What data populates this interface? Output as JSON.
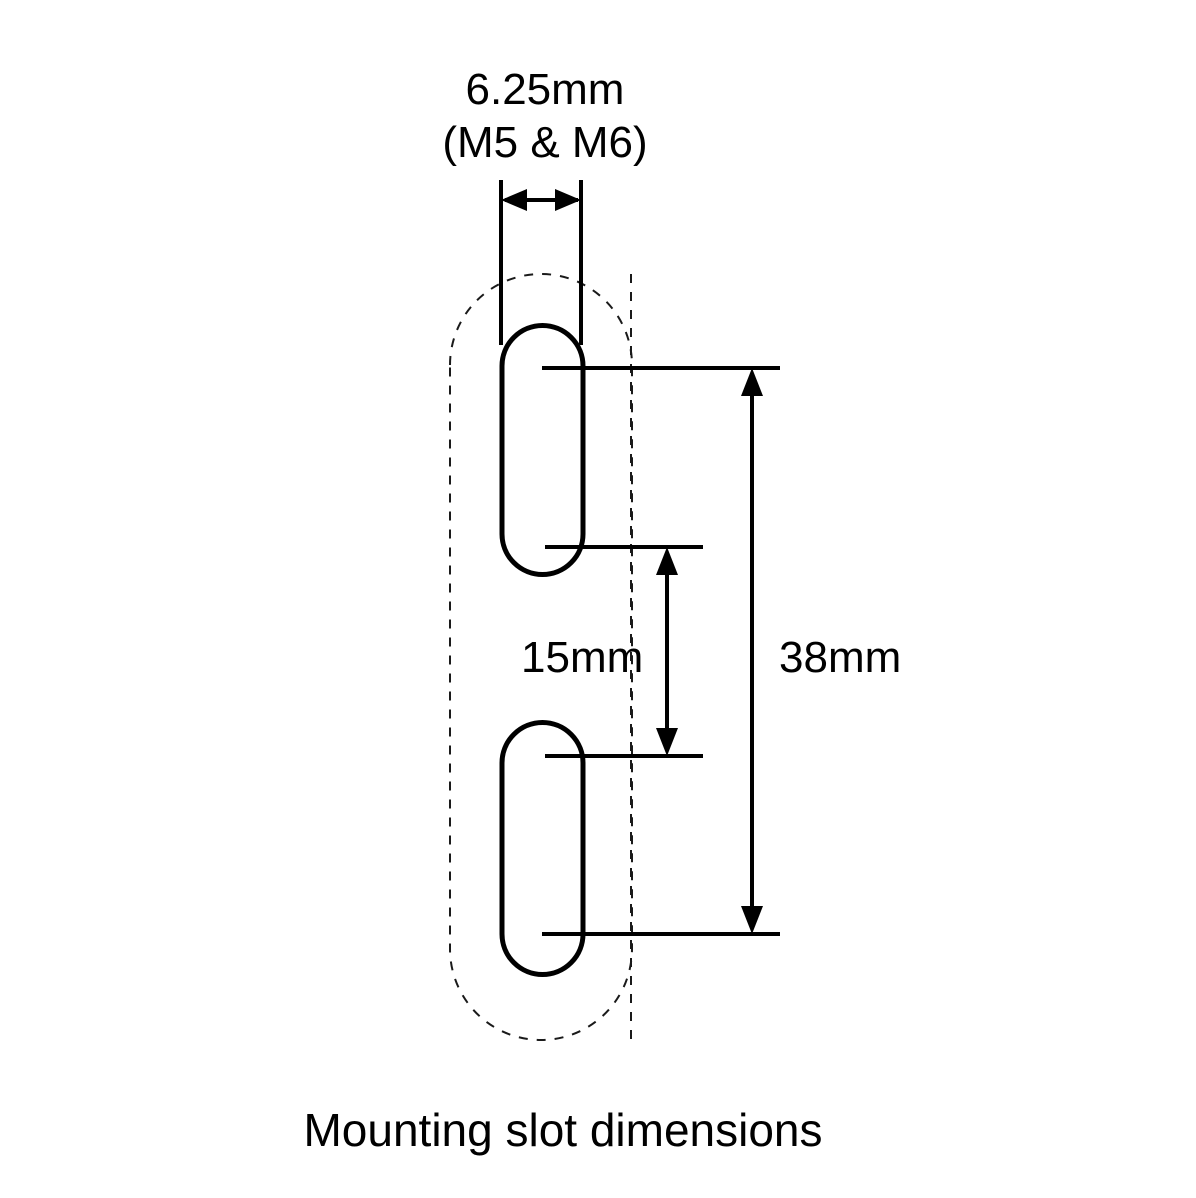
{
  "drawing": {
    "caption": "Mounting slot dimensions",
    "background_color": "#ffffff",
    "line_color": "#000000",
    "dimensions": {
      "slot_width": {
        "label_line_1": "6.25mm",
        "label_line_2": "(M5 & M6)",
        "value": "6.25",
        "unit": "mm",
        "note": "M5 & M6",
        "orientation": "horizontal",
        "position": "top"
      },
      "slot_gap": {
        "label": "15mm",
        "value": "15",
        "unit": "mm",
        "orientation": "vertical",
        "position": "middle"
      },
      "overall_span": {
        "label": "38mm",
        "value": "38",
        "unit": "mm",
        "orientation": "vertical",
        "position": "right"
      }
    },
    "features": [
      {
        "name": "upper-mounting-slot",
        "shape": "stadium"
      },
      {
        "name": "lower-mounting-slot",
        "shape": "stadium"
      },
      {
        "name": "ghost-body-outline",
        "shape": "stadium-dashed"
      }
    ]
  }
}
